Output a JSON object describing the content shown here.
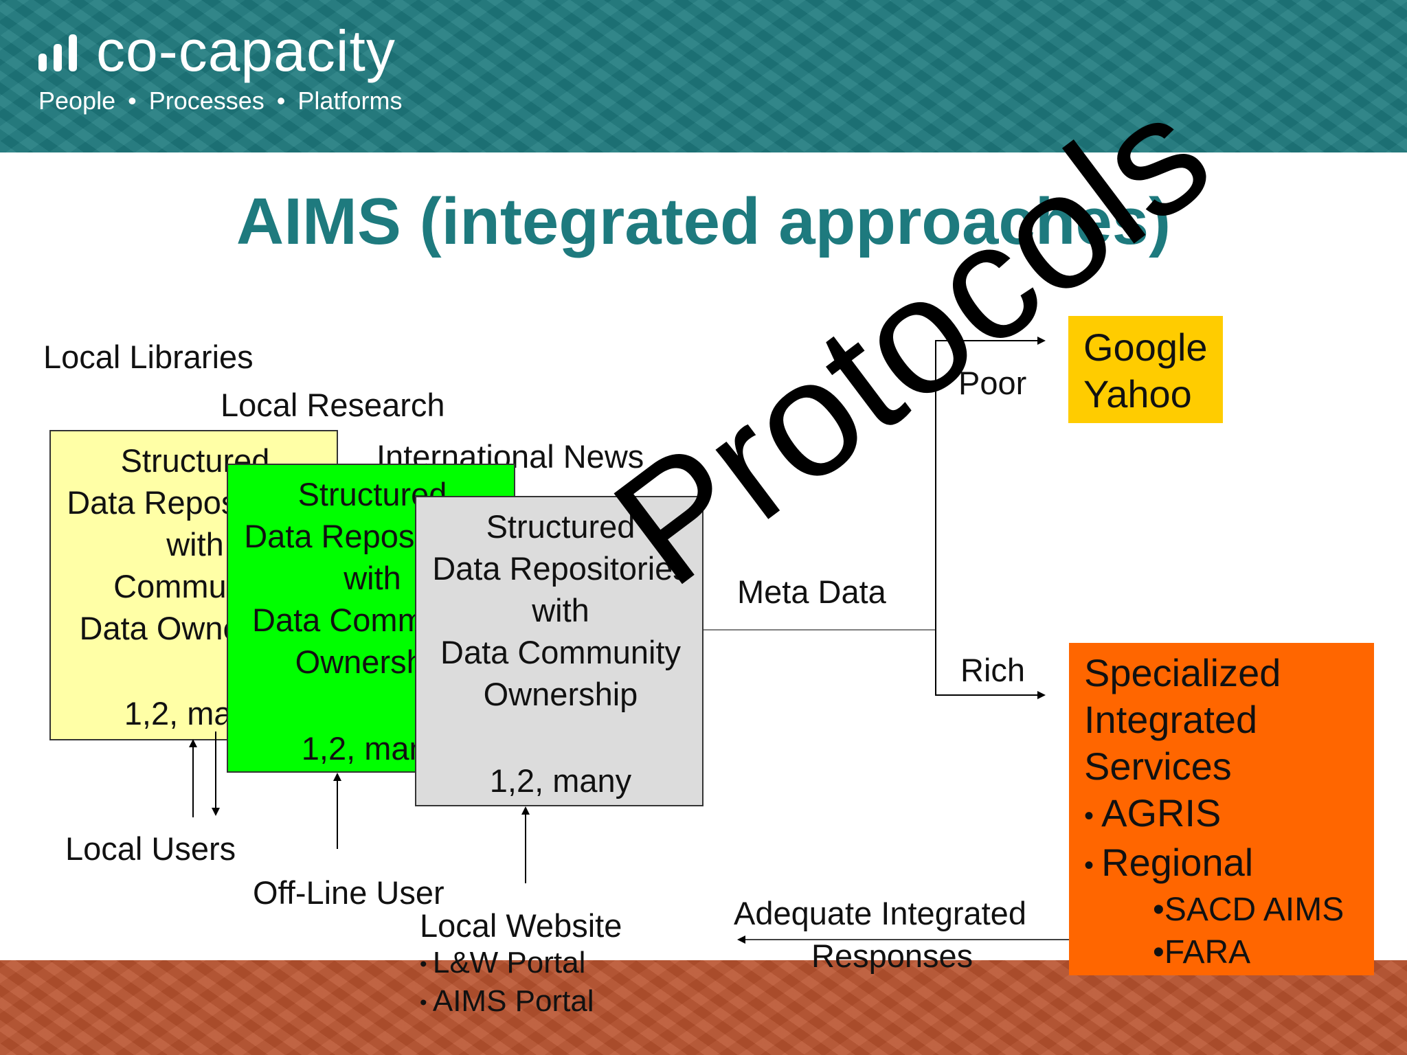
{
  "header": {
    "brand": "co-capacity",
    "tagline": [
      "People",
      "Processes",
      "Platforms"
    ],
    "colors": {
      "teal": "#1e7a7e",
      "footer": "#b9532f"
    }
  },
  "title": "AIMS (integrated approaches)",
  "labels": {
    "local_libraries": "Local Libraries",
    "local_research": "Local Research",
    "international_news": "International News",
    "local_users": "Local Users",
    "offline_user": "Off-Line User",
    "local_website": "Local Website",
    "portals": [
      "L&W Portal",
      "AIMS Portal"
    ],
    "meta_data": "Meta Data",
    "poor": "Poor",
    "rich": "Rich",
    "adequate_line1": "Adequate Integrated",
    "adequate_line2": "Responses",
    "protocols": "Protocols"
  },
  "repositories": [
    {
      "lines": [
        "Structured",
        "Data Repositories",
        "with",
        "Community",
        "Data Ownership"
      ],
      "count": "1,2, many",
      "color": "#ffffa6"
    },
    {
      "lines": [
        "Structured",
        "Data Repositories",
        "with",
        "Data Community",
        "Ownership"
      ],
      "count": "1,2, many",
      "color": "#00ff00"
    },
    {
      "lines": [
        "Structured",
        "Data Repositories",
        "with",
        "Data Community",
        "Ownership"
      ],
      "count": "1,2, many",
      "color": "#dcdcdc"
    }
  ],
  "search_engines": {
    "lines": [
      "Google",
      "Yahoo"
    ],
    "color": "#ffcc00"
  },
  "specialized": {
    "lines": [
      "Specialized",
      "Integrated",
      "Services"
    ],
    "bullets": [
      "AGRIS",
      "Regional"
    ],
    "sub_bullets": [
      "SACD AIMS",
      "FARA"
    ],
    "color": "#ff6600"
  }
}
